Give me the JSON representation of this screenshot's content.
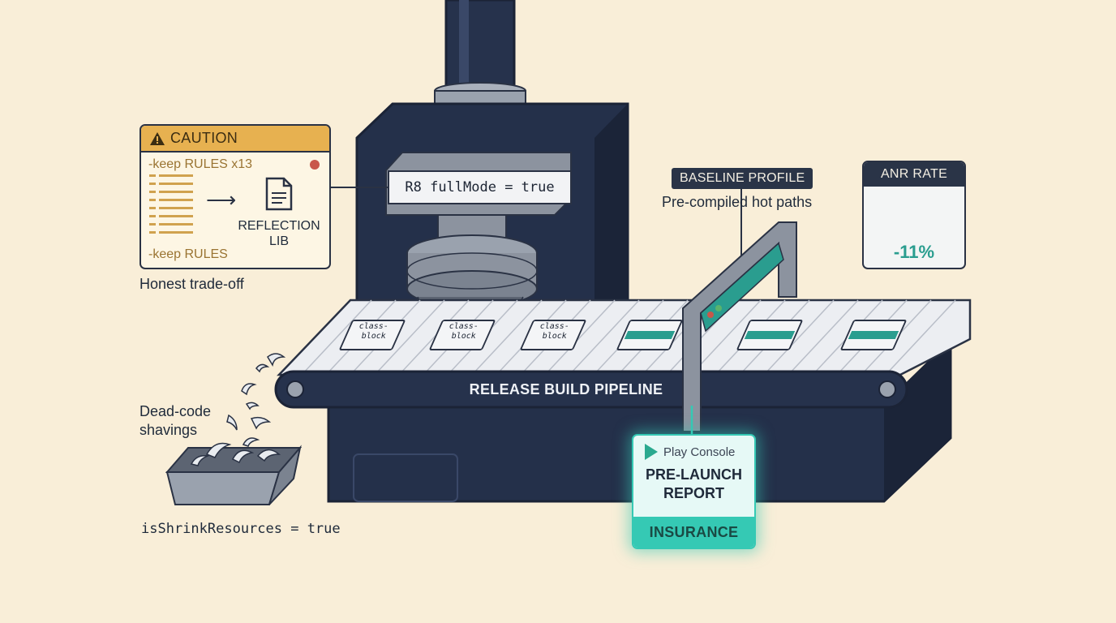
{
  "caution_card": {
    "header": "CAUTION",
    "rule_top": "-keep RULES x13",
    "target": "REFLECTION LIB",
    "rule_bottom": "-keep RULES",
    "caption": "Honest trade-off",
    "icons": [
      "warning-icon",
      "document-icon",
      "arrow-right-icon"
    ]
  },
  "press": {
    "label": "R8 fullMode = true"
  },
  "baseline": {
    "tag": "BASELINE PROFILE",
    "caption": "Pre-compiled hot paths"
  },
  "anr": {
    "title": "ANR RATE",
    "value": "-11%",
    "accent": "#2a9d8f",
    "icon": "gauge-icon"
  },
  "belt": {
    "label": "RELEASE BUILD PIPELINE",
    "tiles": [
      "class-block",
      "class-block",
      "class-block",
      "",
      "",
      ""
    ]
  },
  "shavings": {
    "caption": "Dead-code shavings",
    "setting": "isShrinkResources = true"
  },
  "play": {
    "brand": "Play Console",
    "title": "PRE-LAUNCH REPORT",
    "footer": "INSURANCE",
    "icon": "play-console-icon",
    "glow": "#35c9b4"
  },
  "colors": {
    "background": "#f9eed8",
    "machine": "#24304a",
    "caution": "#e7b150",
    "teal": "#2a9d8f"
  }
}
